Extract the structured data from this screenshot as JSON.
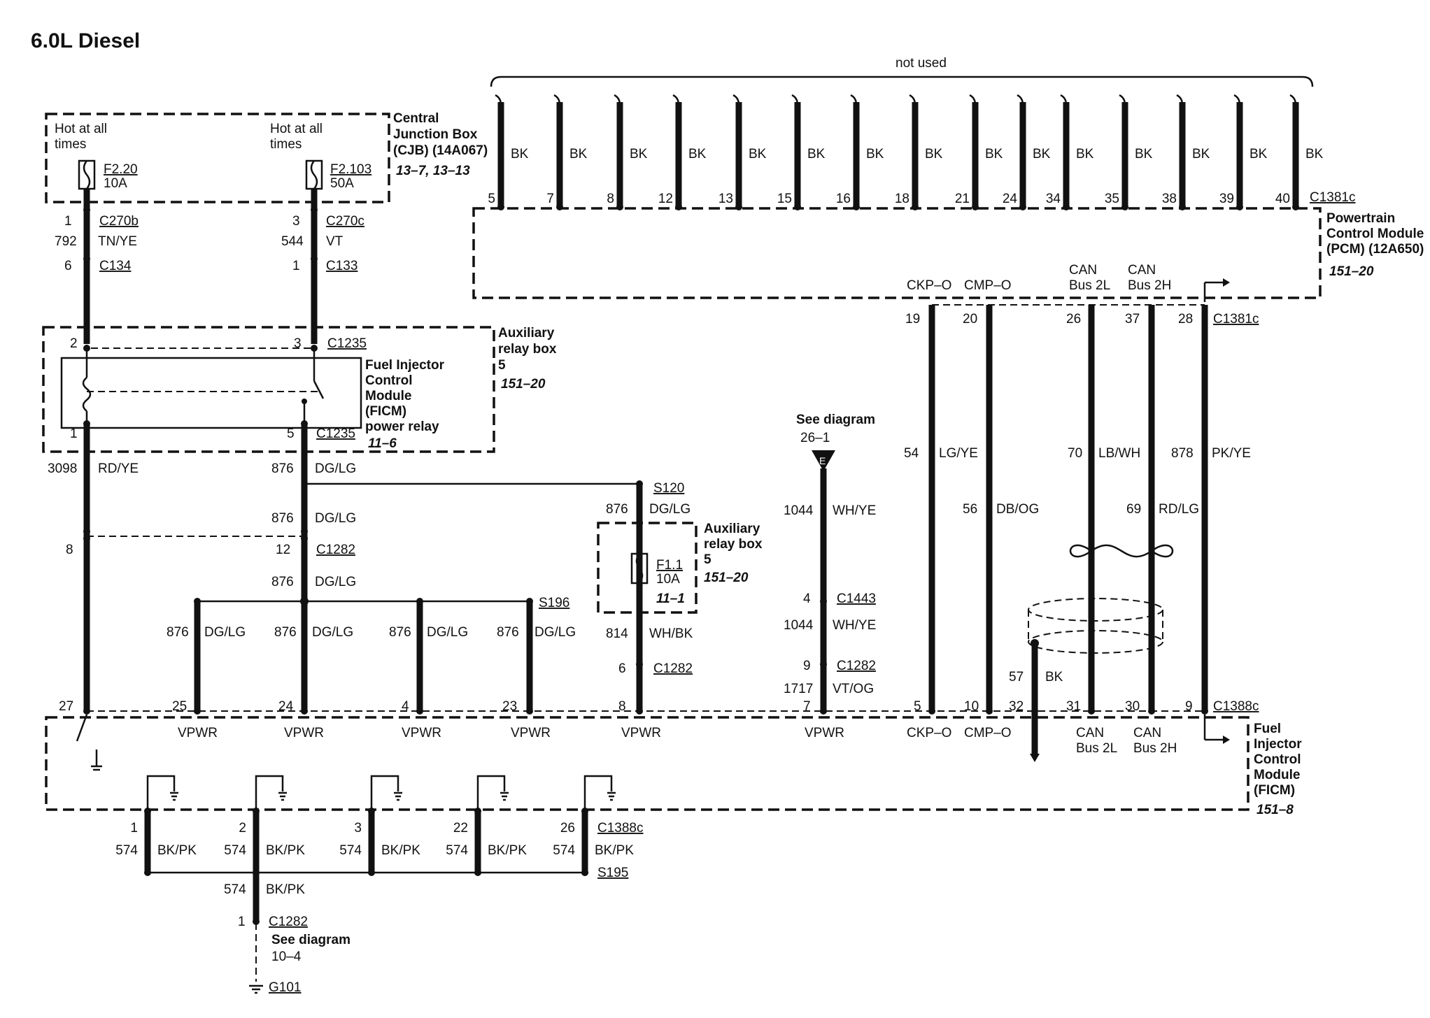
{
  "title": "6.0L Diesel",
  "not_used_label": "not used",
  "cjb": {
    "name": "Central Junction Box (CJB) (14A067)",
    "name_lines": [
      "Central",
      "Junction Box",
      "(CJB) (14A067)"
    ],
    "pages": "13–7, 13–13",
    "hot_left_lines": [
      "Hot at all",
      "times"
    ],
    "hot_right_lines": [
      "Hot at all",
      "times"
    ],
    "fuse_left": {
      "id": "F2.20",
      "rating": "10A"
    },
    "fuse_right": {
      "id": "F2.103",
      "rating": "50A"
    }
  },
  "pcm": {
    "name_lines": [
      "Powertrain",
      "Control Module",
      "(PCM) (12A650)"
    ],
    "pages": "151–20",
    "connector_top": "C1381c",
    "connector_bottom": "C1381c",
    "pins_labels": {
      "ckp": "CKP–O",
      "cmp": "CMP–O",
      "can_l": [
        "CAN",
        "Bus 2L"
      ],
      "can_h": [
        "CAN",
        "Bus 2H"
      ]
    }
  },
  "unused_pins": [
    {
      "pin": "5",
      "color": "BK"
    },
    {
      "pin": "7",
      "color": "BK"
    },
    {
      "pin": "8",
      "color": "BK"
    },
    {
      "pin": "12",
      "color": "BK"
    },
    {
      "pin": "13",
      "color": "BK"
    },
    {
      "pin": "15",
      "color": "BK"
    },
    {
      "pin": "16",
      "color": "BK"
    },
    {
      "pin": "18",
      "color": "BK"
    },
    {
      "pin": "21",
      "color": "BK"
    },
    {
      "pin": "24",
      "color": "BK"
    },
    {
      "pin": "34",
      "color": "BK"
    },
    {
      "pin": "35",
      "color": "BK"
    },
    {
      "pin": "38",
      "color": "BK"
    },
    {
      "pin": "39",
      "color": "BK"
    },
    {
      "pin": "40",
      "color": "BK"
    }
  ],
  "left_wires": {
    "w1": {
      "pin1": "1",
      "conn1": "C270b",
      "circuit": "792",
      "color": "TN/YE",
      "pin2": "6",
      "conn2": "C134"
    },
    "w2": {
      "pin1": "3",
      "conn1": "C270c",
      "circuit": "544",
      "color": "VT",
      "pin2": "1",
      "conn2": "C133"
    }
  },
  "aux_relay_box_1": {
    "name_lines": [
      "Auxiliary",
      "relay box",
      "5"
    ],
    "pages": "151–20",
    "connector": "C1235",
    "pin_a": "2",
    "pin_b": "3",
    "pin_c": "1",
    "pin_d": "5",
    "relay_lines": [
      "Fuel Injector",
      "Control",
      "Module",
      "(FICM)",
      "power relay"
    ],
    "relay_pages": "11–6"
  },
  "rdye": {
    "circuit": "3098",
    "color": "RD/YE",
    "pin_c1282": "8",
    "pin_ficm": "27"
  },
  "dglg": {
    "circuit": "876",
    "color": "DG/LG",
    "c1282_pin": "12",
    "c1282": "C1282",
    "splice_top": "S120",
    "splice_mid": "S196",
    "drops": [
      {
        "circuit": "876",
        "color": "DG/LG",
        "pin": "25"
      },
      {
        "circuit": "876",
        "color": "DG/LG",
        "pin": "24"
      },
      {
        "circuit": "876",
        "color": "DG/LG",
        "pin": "4"
      },
      {
        "circuit": "876",
        "color": "DG/LG",
        "pin": "23"
      }
    ]
  },
  "aux_relay_box_2": {
    "name_lines": [
      "Auxiliary",
      "relay box",
      "5"
    ],
    "pages": "151–20",
    "fuse": {
      "id": "F1.1",
      "rating": "10A"
    },
    "fuse_pages": "11–1",
    "in_circuit": "876",
    "in_color": "DG/LG",
    "out_circuit": "814",
    "out_color": "WH/BK",
    "pin_c1282": "6",
    "c1282": "C1282",
    "pin_ficm": "8"
  },
  "see_diagram_e": {
    "label": "See diagram",
    "ref": "26–1",
    "marker": "E",
    "circuit1": "1044",
    "color1": "WH/YE",
    "pin_c1443": "4",
    "c1443": "C1443",
    "circuit2": "1044",
    "color2": "WH/YE",
    "pin_c1282": "9",
    "c1282": "C1282",
    "circuit3": "1717",
    "color3": "VT/OG",
    "pin_ficm": "7"
  },
  "pcm_ficm_wires": [
    {
      "pcm_pin": "19",
      "circuit": "54",
      "color": "LG/YE",
      "ficm_pin": "5"
    },
    {
      "pcm_pin": "20",
      "circuit": "56",
      "color": "DB/OG",
      "ficm_pin": "10"
    },
    {
      "pcm_pin": "26",
      "circuit": "70",
      "color": "LB/WH",
      "ficm_pin": "31"
    },
    {
      "pcm_pin": "37",
      "circuit": "69",
      "color": "RD/LG",
      "ficm_pin": "30"
    },
    {
      "pcm_pin": "28",
      "circuit": "878",
      "color": "PK/YE",
      "ficm_pin": "9"
    }
  ],
  "shield": {
    "pin": "32",
    "circuit": "57",
    "color": "BK"
  },
  "ficm": {
    "name_lines": [
      "Fuel",
      "Injector",
      "Control",
      "Module",
      "(FICM)"
    ],
    "pages": "151–8",
    "connector_top": "C1388c",
    "connector_bottom": "C1388c",
    "vpwr": "VPWR",
    "ckp": "CKP–O",
    "cmp": "CMP–O",
    "can_l": [
      "CAN",
      "Bus 2L"
    ],
    "can_h": [
      "CAN",
      "Bus 2H"
    ]
  },
  "grounds": {
    "pins": [
      "1",
      "2",
      "3",
      "22",
      "26"
    ],
    "circuit": "574",
    "color": "BK/PK",
    "splice": "S195",
    "out_circuit": "574",
    "out_color": "BK/PK",
    "pin_c1282": "1",
    "c1282": "C1282",
    "see_label": "See diagram",
    "see_ref": "10–4",
    "ground": "G101"
  }
}
